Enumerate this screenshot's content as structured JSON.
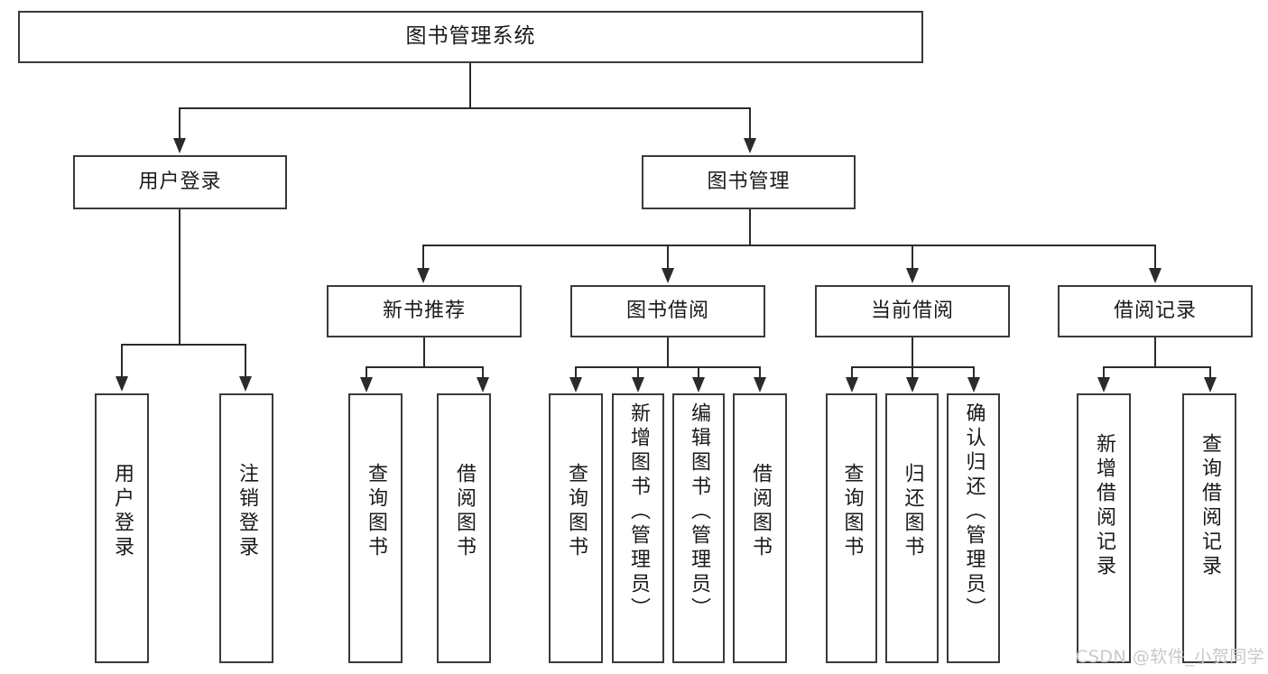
{
  "diagram": {
    "type": "tree-hierarchy",
    "title": "图书管理系统",
    "watermark": "CSDN @软件_小贺同学",
    "colors": {
      "box_border": "#3a3a3a",
      "line": "#2b2b2b",
      "text": "#1a1a1a",
      "background": "#ffffff",
      "watermark": "#c9c9c9"
    },
    "levels": {
      "root": "图书管理系统",
      "level2": [
        "用户登录",
        "图书管理"
      ],
      "level3": [
        "新书推荐",
        "图书借阅",
        "当前借阅",
        "借阅记录"
      ]
    }
  },
  "nodes": {
    "root": {
      "label": "图书管理系统"
    },
    "user_login": {
      "label": "用户登录"
    },
    "book_manage": {
      "label": "图书管理"
    },
    "new_book_rec": {
      "label": "新书推荐"
    },
    "book_borrow": {
      "label": "图书借阅"
    },
    "current_borrow": {
      "label": "当前借阅"
    },
    "borrow_record": {
      "label": "借阅记录"
    }
  },
  "leaves": {
    "user_login": [
      {
        "label": "用户登录"
      },
      {
        "label": "注销登录"
      }
    ],
    "new_book_rec": [
      {
        "label": "查询图书"
      },
      {
        "label": "借阅图书"
      }
    ],
    "book_borrow": [
      {
        "label": "查询图书"
      },
      {
        "label": "新增图书（管理员）"
      },
      {
        "label": "编辑图书（管理员）"
      },
      {
        "label": "借阅图书"
      }
    ],
    "current_borrow": [
      {
        "label": "查询图书"
      },
      {
        "label": "归还图书"
      },
      {
        "label": "确认归还（管理员）"
      }
    ],
    "borrow_record": [
      {
        "label": "新增借阅记录"
      },
      {
        "label": "查询借阅记录"
      }
    ]
  },
  "edges": {
    "root_to_level2": [
      "用户登录",
      "图书管理"
    ],
    "book_manage_to_level3": [
      "新书推荐",
      "图书借阅",
      "当前借阅",
      "借阅记录"
    ]
  }
}
